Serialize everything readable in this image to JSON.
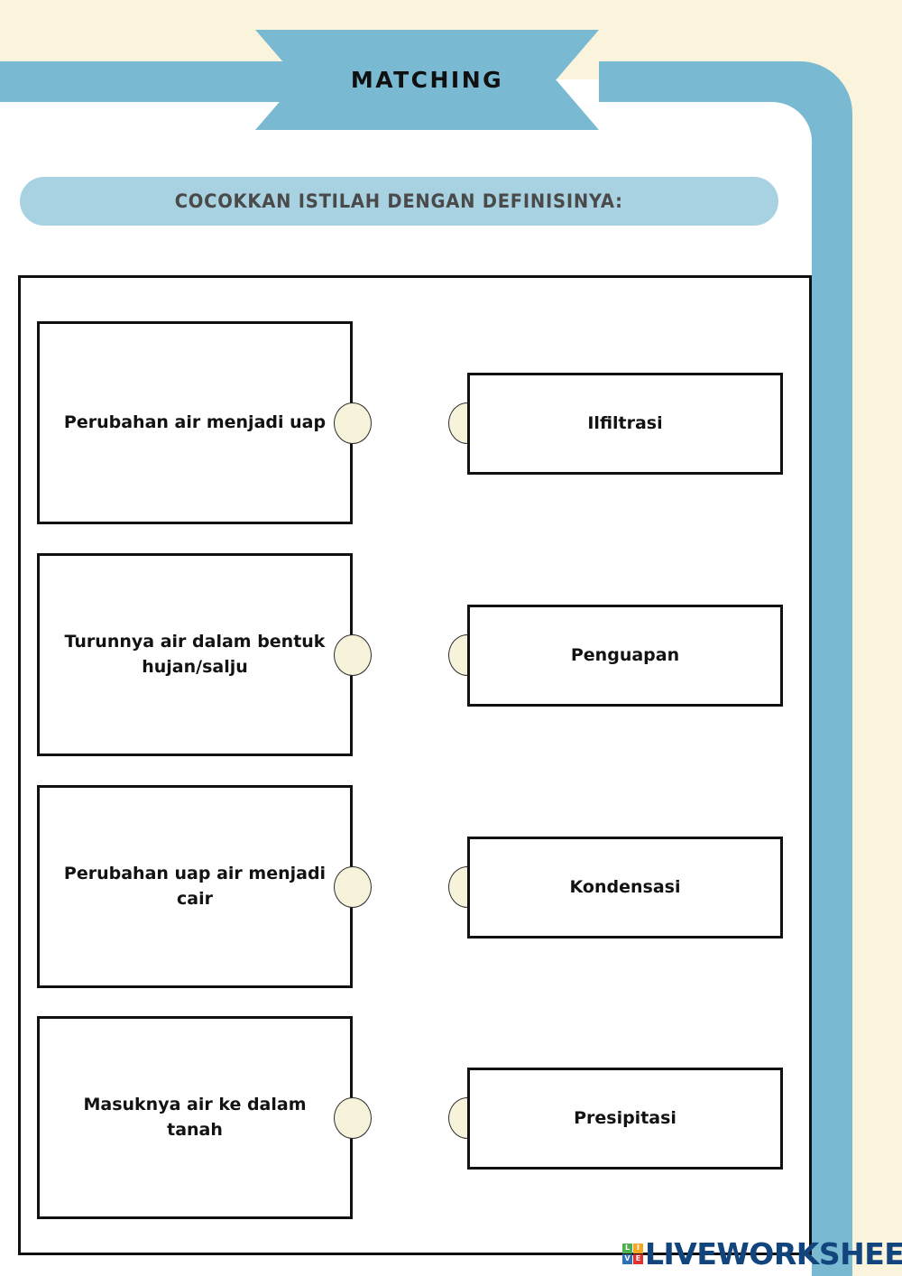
{
  "banner": {
    "title": "MATCHING"
  },
  "instruction": {
    "text": "COCOKKAN ISTILAH DENGAN DEFINISINYA:"
  },
  "colors": {
    "page_background": "#FAF4DC",
    "frame_blue": "#79BAD2",
    "pill_blue": "#A8D2E2",
    "panel_white": "#FFFFFF",
    "box_border": "#111111",
    "dot_fill": "#F7F2DA",
    "logo_blue": "#12457E"
  },
  "matching": {
    "rows": [
      {
        "term": "Perubahan air menjadi uap",
        "definition": "Ilfiltrasi"
      },
      {
        "term": "Turunnya air dalam bentuk hujan/salju",
        "definition": "Penguapan"
      },
      {
        "term": "Perubahan uap air menjadi cair",
        "definition": "Kondensasi"
      },
      {
        "term": "Masuknya air ke dalam tanah",
        "definition": "Presipitasi"
      }
    ]
  },
  "logo": {
    "tiles": [
      "L",
      "I",
      "V",
      "E"
    ],
    "wordmark": "LIVEWORKSHEETS"
  }
}
